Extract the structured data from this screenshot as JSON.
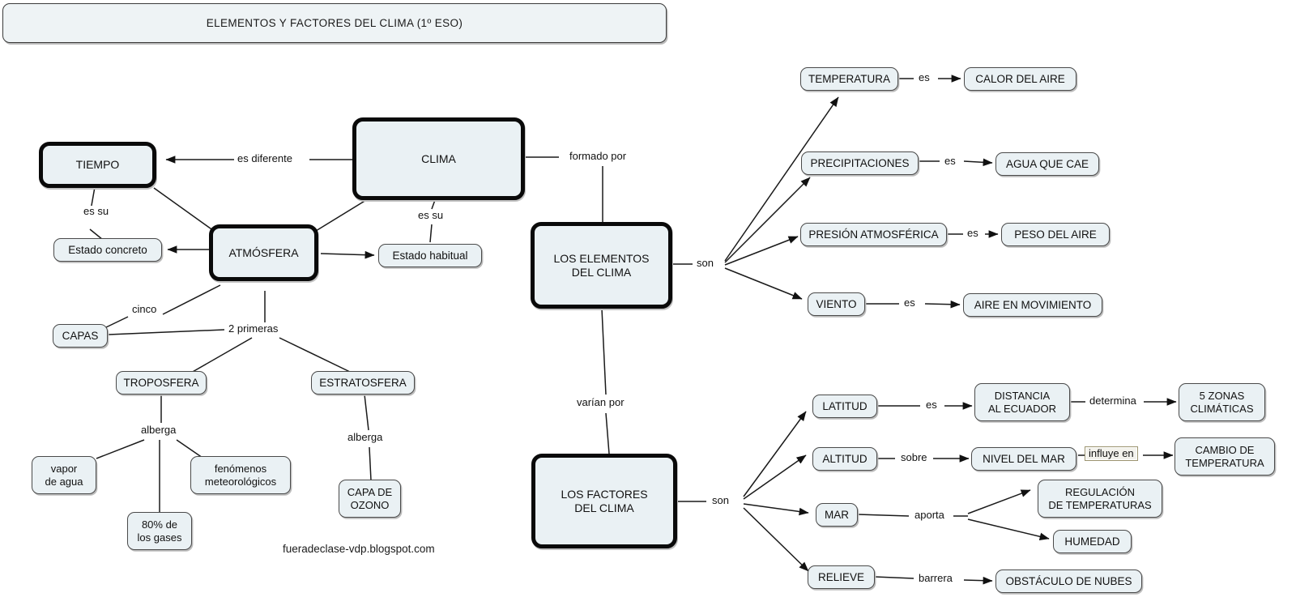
{
  "header": {
    "title": "ELEMENTOS Y FACTORES DEL CLIMA  (1º ESO)"
  },
  "watermark": "fueradeclase-vdp.blogspot.com",
  "colors": {
    "node_fill": "#eaf1f4",
    "node_border_thin": "#4a4a4a",
    "node_border_thick": "#0a0a0a",
    "edge": "#1a1a1a",
    "boxed_label_border": "#9c9470",
    "title_fill": "#eef3f5"
  },
  "nodes": {
    "tiempo": "TIEMPO",
    "clima": "CLIMA",
    "atmosfera": "ATMÓSFERA",
    "estado_concreto": "Estado concreto",
    "estado_habitual": "Estado habitual",
    "capas": "CAPAS",
    "troposfera": "TROPOSFERA",
    "estratosfera": "ESTRATOSFERA",
    "vapor_de_agua": "vapor\nde agua",
    "ochenta_gases": "80% de\nlos gases",
    "fenomenos": "fenómenos\nmeteorológicos",
    "capa_ozono": "CAPA DE\nOZONO",
    "elementos": "LOS ELEMENTOS\nDEL CLIMA",
    "factores": "LOS FACTORES\nDEL CLIMA",
    "temperatura": "TEMPERATURA",
    "calor_aire": "CALOR DEL AIRE",
    "precipitaciones": "PRECIPITACIONES",
    "agua_cae": "AGUA QUE CAE",
    "presion": "PRESIÓN ATMOSFÉRICA",
    "peso_aire": "PESO DEL AIRE",
    "viento": "VIENTO",
    "aire_movimiento": "AIRE EN MOVIMIENTO",
    "latitud": "LATITUD",
    "distancia_ecuador": "DISTANCIA\nAL ECUADOR",
    "zonas_climaticas": "5 ZONAS\nCLIMÁTICAS",
    "altitud": "ALTITUD",
    "nivel_mar": "NIVEL DEL MAR",
    "cambio_temperatura": "CAMBIO DE\nTEMPERATURA",
    "mar": "MAR",
    "regulacion": "REGULACIÓN\nDE TEMPERATURAS",
    "humedad": "HUMEDAD",
    "relieve": "RELIEVE",
    "obstaculo_nubes": "OBSTÁCULO DE NUBES"
  },
  "edge_labels": {
    "es_diferente": "es diferente",
    "es_su_tiempo": "es su",
    "es_su_clima": "es su",
    "cinco": "cinco",
    "dos_primeras": "2 primeras",
    "alberga_tropo": "alberga",
    "alberga_estrato": "alberga",
    "formado_por": "formado por",
    "varian_por": "varían por",
    "son_elementos": "son",
    "son_factores": "son",
    "es_temperatura": "es",
    "es_precipitaciones": "es",
    "es_presion": "es",
    "es_viento": "es",
    "es_latitud": "es",
    "determina": "determina",
    "sobre": "sobre",
    "influye_en": "influye en",
    "aporta": "aporta",
    "barrera": "barrera"
  }
}
